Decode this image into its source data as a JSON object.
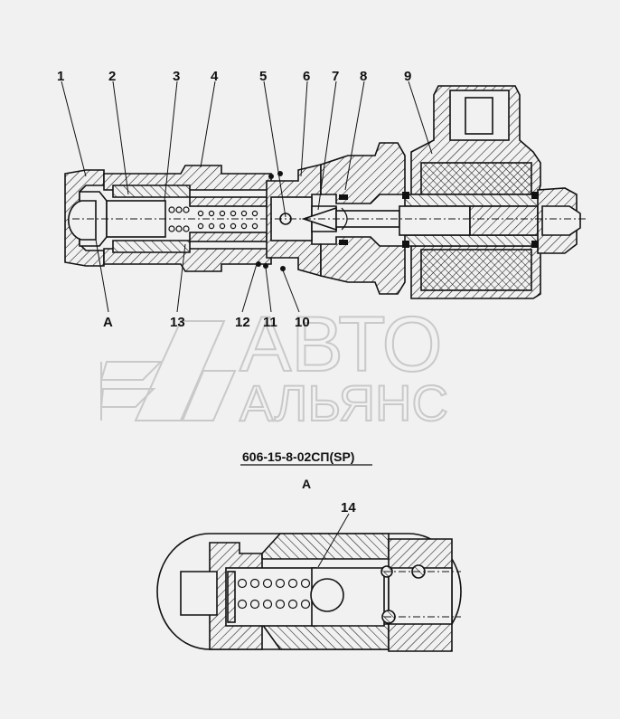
{
  "callouts": {
    "top": [
      "1",
      "2",
      "3",
      "4",
      "5",
      "6",
      "7",
      "8",
      "9"
    ],
    "bottom": [
      "A",
      "13",
      "12",
      "11",
      "10"
    ]
  },
  "watermark": {
    "line1": "АВТО",
    "line2": "АЛЬЯНС"
  },
  "caption": {
    "part_number": "606-15-8-02СП(SP)",
    "section_label": "А"
  },
  "detail": {
    "callout": "14"
  }
}
